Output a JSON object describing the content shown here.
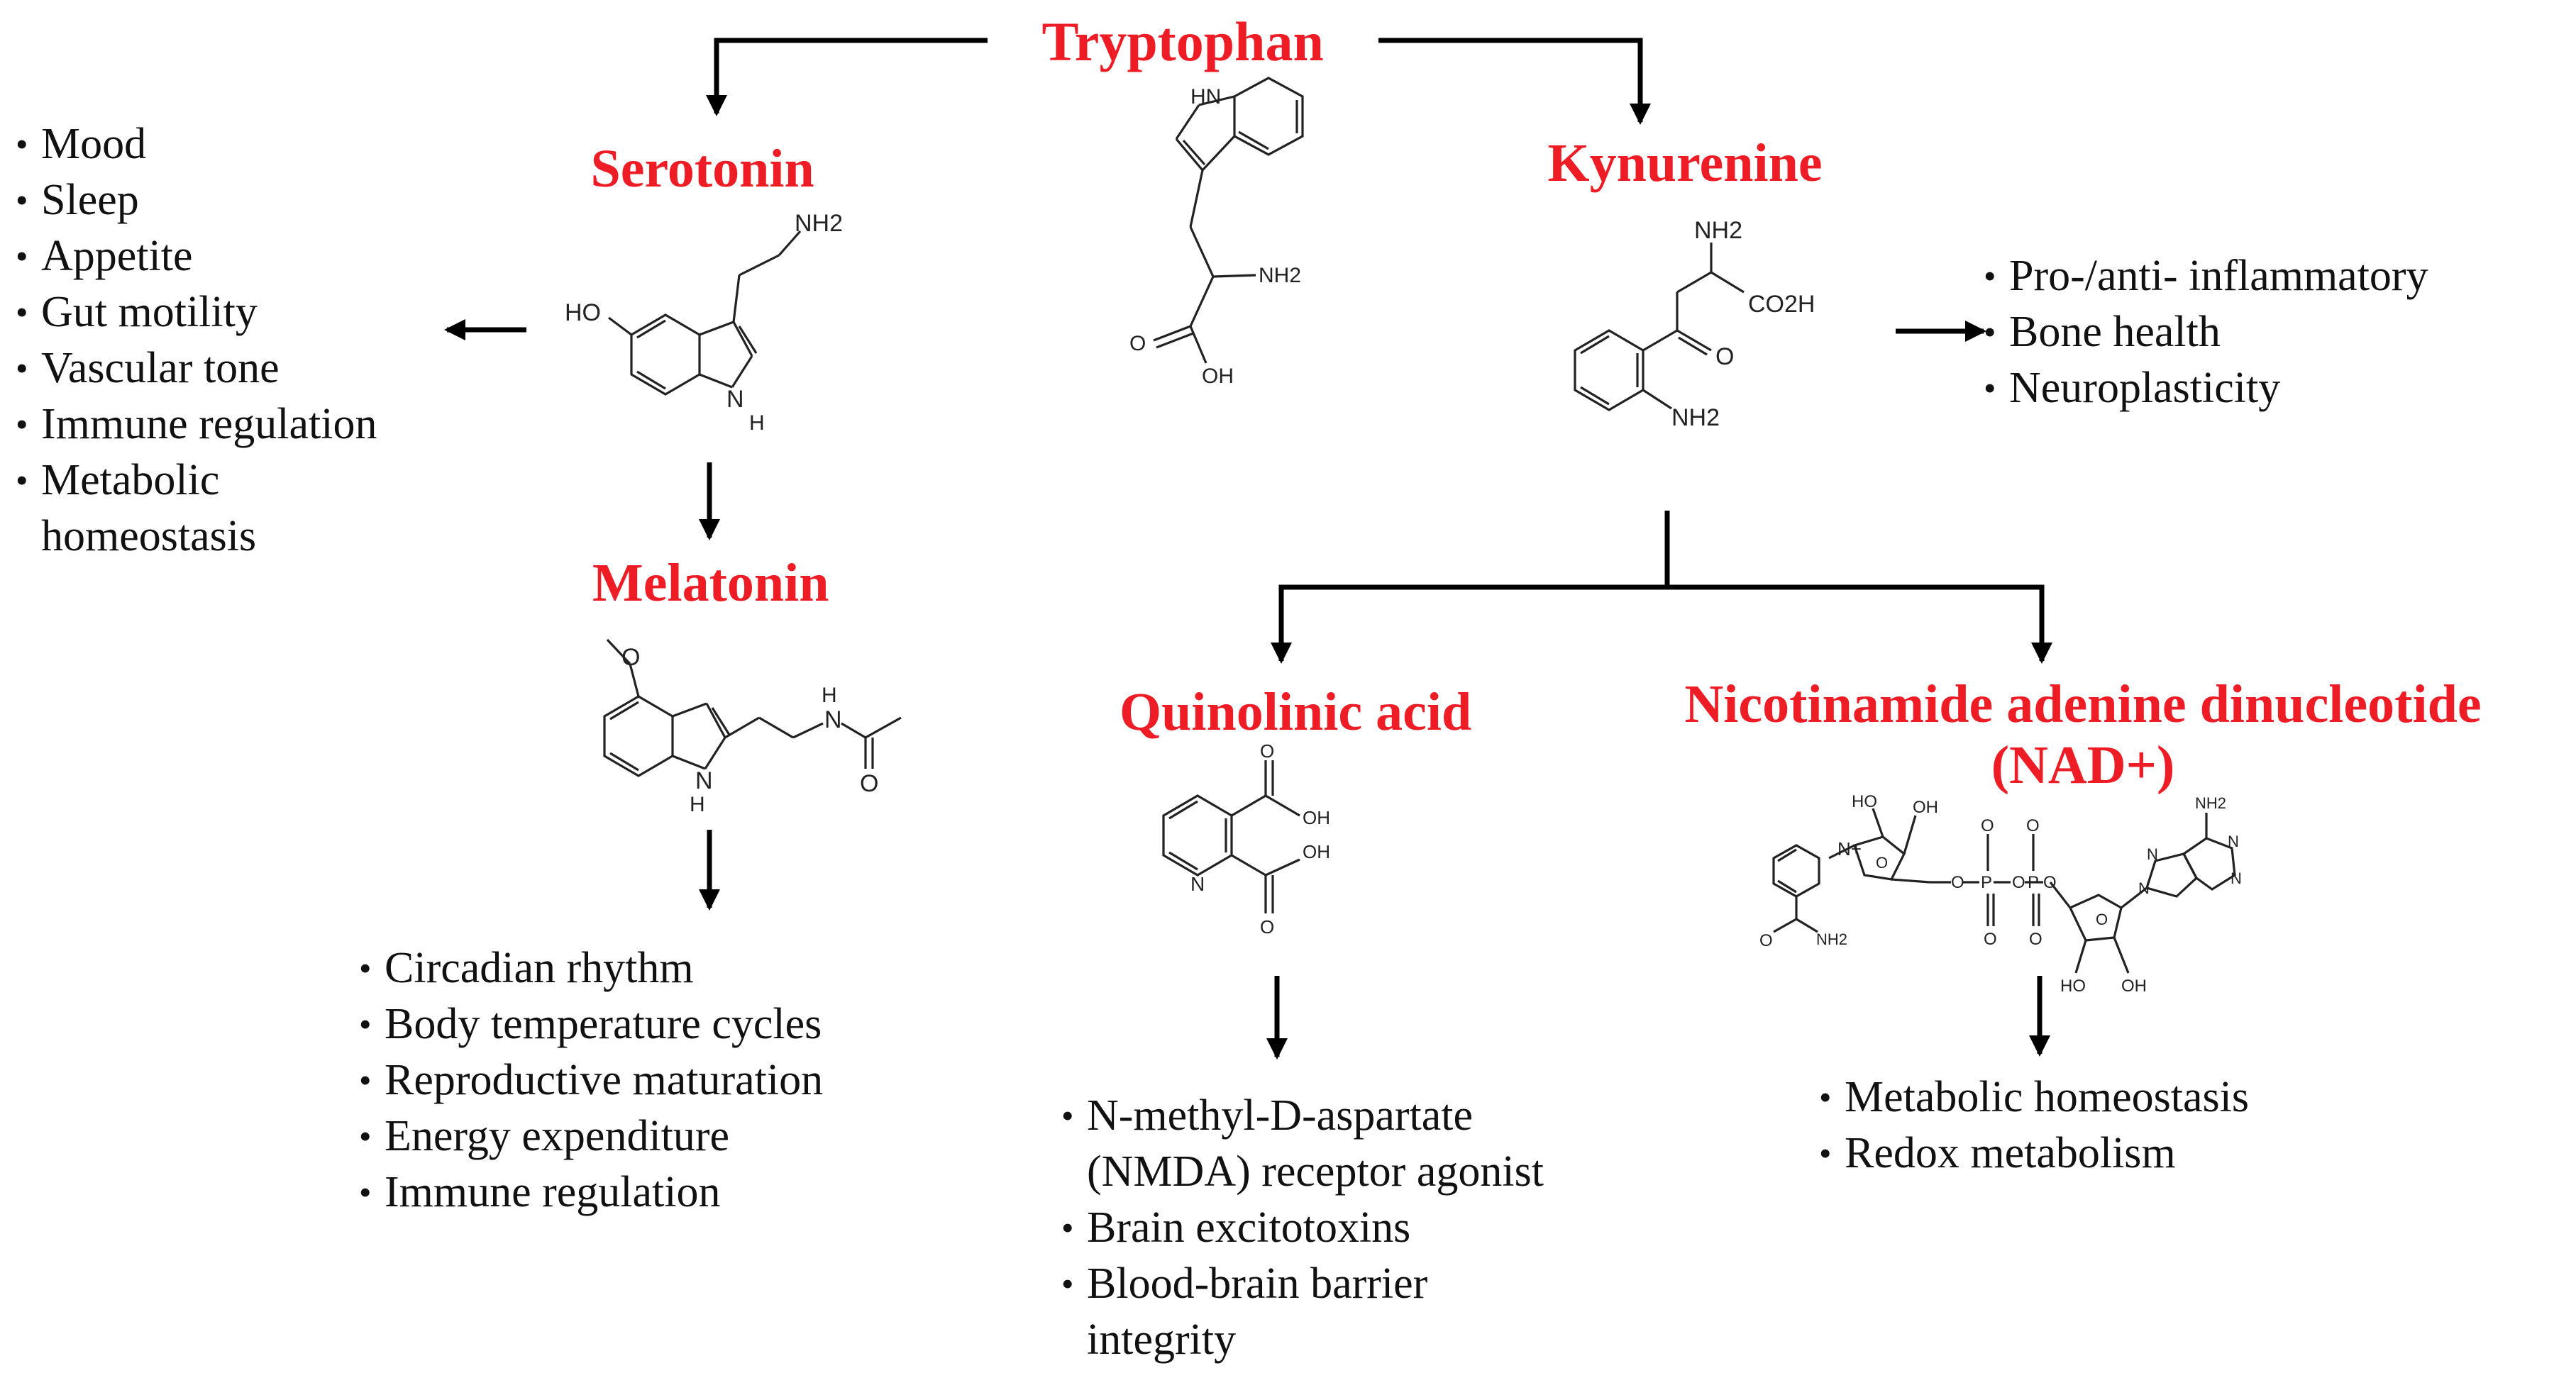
{
  "titles": {
    "tryptophan": "Tryptophan",
    "serotonin": "Serotonin",
    "kynurenine": "Kynurenine",
    "melatonin": "Melatonin",
    "quinolinic_acid": "Quinolinic acid",
    "nad_line1": "Nicotinamide adenine dinucleotide",
    "nad_line2": "(NAD+)"
  },
  "serotonin_effects": [
    "Mood",
    "Sleep",
    "Appetite",
    "Gut motility",
    "Vascular tone",
    "Immune regulation",
    "Metabolic",
    "homeostasis"
  ],
  "kynurenine_effects": [
    "Pro-/anti- inflammatory",
    "Bone health",
    "Neuroplasticity"
  ],
  "melatonin_effects": [
    "Circadian rhythm",
    "Body temperature cycles",
    "Reproductive maturation",
    "Energy expenditure",
    "Immune regulation"
  ],
  "quinolinic_effects": [
    "N-methyl-D-aspartate",
    "(NMDA) receptor agonist",
    "Brain excitotoxins",
    "Blood-brain barrier",
    "integrity"
  ],
  "nad_effects": [
    "Metabolic homeostasis",
    "Redox metabolism"
  ],
  "structure_labels": {
    "tryptophan": {
      "nh": "HN",
      "amine": "NH2",
      "carbonyl": "O",
      "hydroxyl": "OH"
    },
    "serotonin": {
      "amine": "NH2",
      "hydroxyl": "HO",
      "ring_nh": "H",
      "ring_n": "N"
    },
    "kynurenine": {
      "amine": "NH2",
      "acid": "CO2H",
      "carbonyl": "O",
      "aryl_amine": "NH2"
    },
    "melatonin": {
      "amide_h": "H",
      "amide_n": "N",
      "carbonyl": "O",
      "ring_n": "N",
      "ring_h": "H"
    },
    "quinolinic": {
      "o1": "O",
      "oh1": "OH",
      "o2": "O",
      "oh2": "OH",
      "ring_n": "N"
    },
    "nad": {
      "ho1": "HO",
      "oh1": "OH",
      "o_minus_1": "O",
      "o_minus_2": "O",
      "nh2_top": "NH2",
      "n_plus": "N+",
      "o_ring1": "O",
      "o_link1": "O",
      "p1": "P",
      "o_link2": "O",
      "p2": "P",
      "o_link3": "O",
      "p_o1": "O",
      "p_o2": "O",
      "amide_o": "O",
      "amide_nh2": "NH2",
      "o_ring2": "O",
      "ho2": "HO",
      "oh2": "OH",
      "n_a1": "N",
      "n_a2": "N",
      "n_a3": "N",
      "n_a4": "N"
    }
  },
  "colors": {
    "title": "#ee1c25",
    "text": "#111111",
    "arrow": "#000000",
    "structure": "#222222"
  }
}
